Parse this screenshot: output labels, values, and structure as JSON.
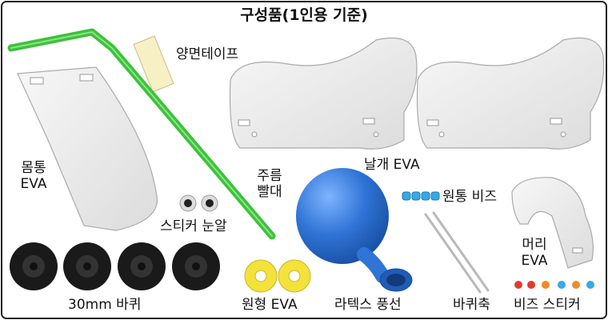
{
  "title": "구성품(1인용 기준)",
  "labels": {
    "tape": "양면테이프",
    "body_line1": "몸통",
    "body_line2": "EVA",
    "straw_line1": "주름",
    "straw_line2": "빨대",
    "wing": "날개 EVA",
    "eye_sticker": "스티커 눈알",
    "tube_beads": "원통 비즈",
    "head_line1": "머리",
    "head_line2": "EVA",
    "wheels": "30mm 바퀴",
    "round_eva": "원형 EVA",
    "balloon": "라텍스 풍선",
    "axle": "바퀴축",
    "bead_sticker": "비즈 스티커"
  },
  "colors": {
    "straw": "#3cc23a",
    "balloon": "#2f74d6",
    "round_eva": "#f3e23a",
    "tube_beads": "#37a9e8",
    "tape": "#f6f0c4",
    "eva": "#efefef",
    "wheel": "#1a1a1a"
  }
}
